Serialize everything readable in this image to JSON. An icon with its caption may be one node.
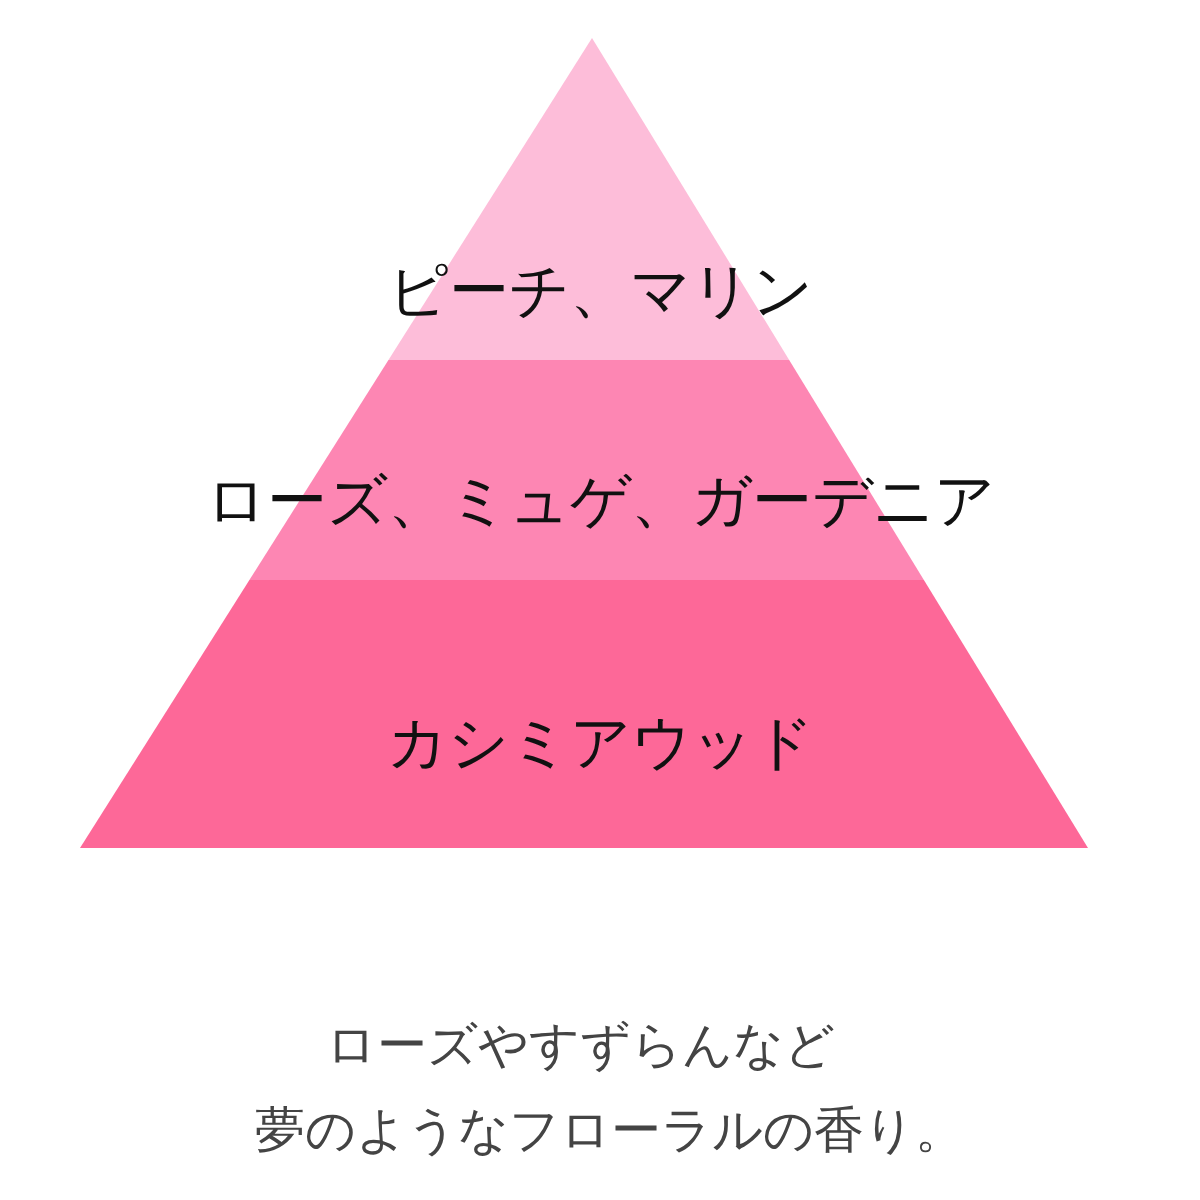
{
  "diagram": {
    "nodes": [
      {
        "text": [
          "ピーチ、マリン"
        ]
      },
      {
        "text": [
          "ローズ、ミュゲ、ガーデニア"
        ]
      },
      {
        "text": [
          "カシミアウッド"
        ]
      }
    ],
    "labels": [
      "ローズやすずらんなど",
      "夢のようなフローラルの香り。"
    ]
  }
}
